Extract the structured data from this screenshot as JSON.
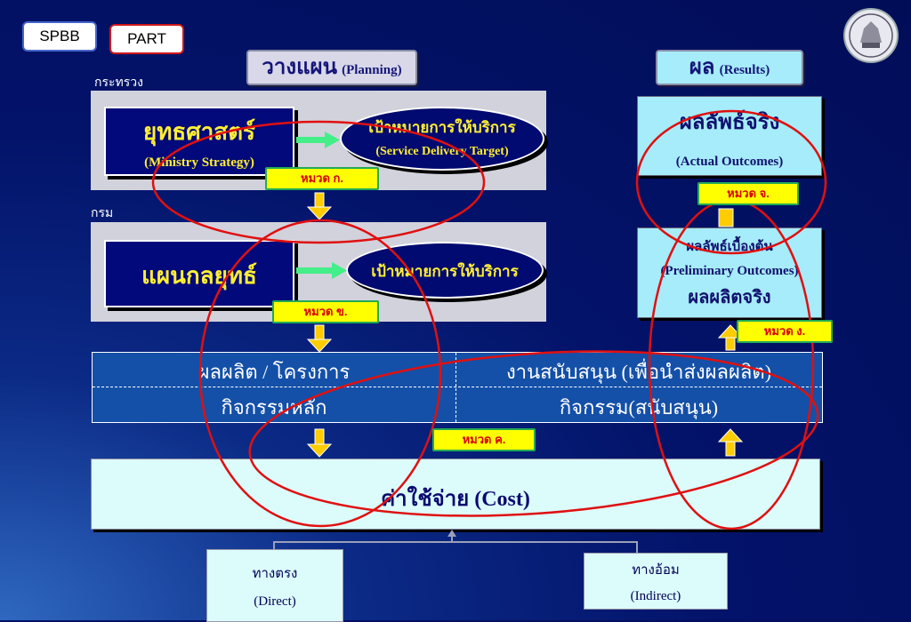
{
  "tags": {
    "spbb": "SPBB",
    "part": "PART"
  },
  "header": {
    "planning_thai": "วางแผน",
    "planning_en": "(Planning)",
    "results_thai": "ผล",
    "results_en": "(Results)"
  },
  "levels": {
    "ministry": "กระทรวง",
    "department": "กรม"
  },
  "ministry": {
    "strategy_thai": "ยุทธศาสตร์",
    "strategy_en": "(Ministry Strategy)",
    "target_thai": "เป้าหมายการให้บริการ",
    "target_en": "(Service Delivery Target)"
  },
  "department": {
    "strategy_thai": "แผนกลยุทธ์",
    "target_thai": "เป้าหมายการให้บริการ"
  },
  "categories": {
    "a": "หมวด ก.",
    "b": "หมวด ข.",
    "c": "หมวด ค.",
    "d": "หมวด ง.",
    "e": "หมวด จ."
  },
  "results": {
    "actual_thai": "ผลลัพธ์จริง",
    "actual_en": "(Actual Outcomes)",
    "preliminary_thai": "ผลลัพธ์เบื้องต้น",
    "preliminary_en": "(Preliminary Outcomes)",
    "output_actual": "ผลผลิตจริง"
  },
  "table": {
    "r1c1": "ผลผลิต / โครงการ",
    "r1c2": "งานสนับสนุน (เพื่อนำส่งผลผลิต)",
    "r2c1": "กิจกรรมหลัก",
    "r2c2": "กิจกรรม(สนับสนุน)"
  },
  "cost": {
    "label": "ค่าใช้จ่าย (Cost)"
  },
  "direct": {
    "thai": "ทางตรง",
    "en": "(Direct)"
  },
  "indirect": {
    "thai": "ทางอ้อม",
    "en": "(Indirect)"
  },
  "colors": {
    "background": "#020d58",
    "yellow_text": "#ffee33",
    "tag_fill": "#ffff00",
    "tag_text": "#dd0000",
    "annotation_red": "#e01010",
    "arrow_yellow": "#ffcc00",
    "arrow_green": "#44ee88",
    "result_fill": "#a6ecfa",
    "table_fill": "#1450a8"
  }
}
